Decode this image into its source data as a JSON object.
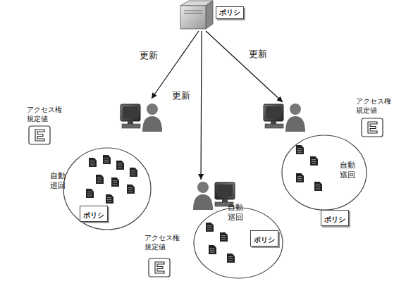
{
  "diagram": {
    "nodes": [
      {
        "text": [
          "ポリシ"
        ]
      },
      {
        "text": [
          "自動 巡回"
        ]
      },
      {
        "text": [
          "自動 巡回"
        ]
      },
      {
        "text": [
          "自動 巡回"
        ]
      },
      {
        "text": [
          "ポリシ"
        ],
        "in": 1
      },
      {
        "text": [
          "ポリシ"
        ],
        "in": 2
      },
      {
        "text": [
          "ポリシ"
        ],
        "in": 3
      }
    ],
    "edges": [
      {
        "from": 0,
        "to": 1,
        "label": "更新",
        "arrow": "to"
      },
      {
        "from": 0,
        "to": 2,
        "label": "更新",
        "arrow": "to"
      },
      {
        "from": 0,
        "to": 3,
        "label": "更新",
        "arrow": "to"
      }
    ],
    "labels": [
      "アクセス権 規定値",
      "アクセス権 規定値",
      "アクセス権 規定値"
    ]
  }
}
